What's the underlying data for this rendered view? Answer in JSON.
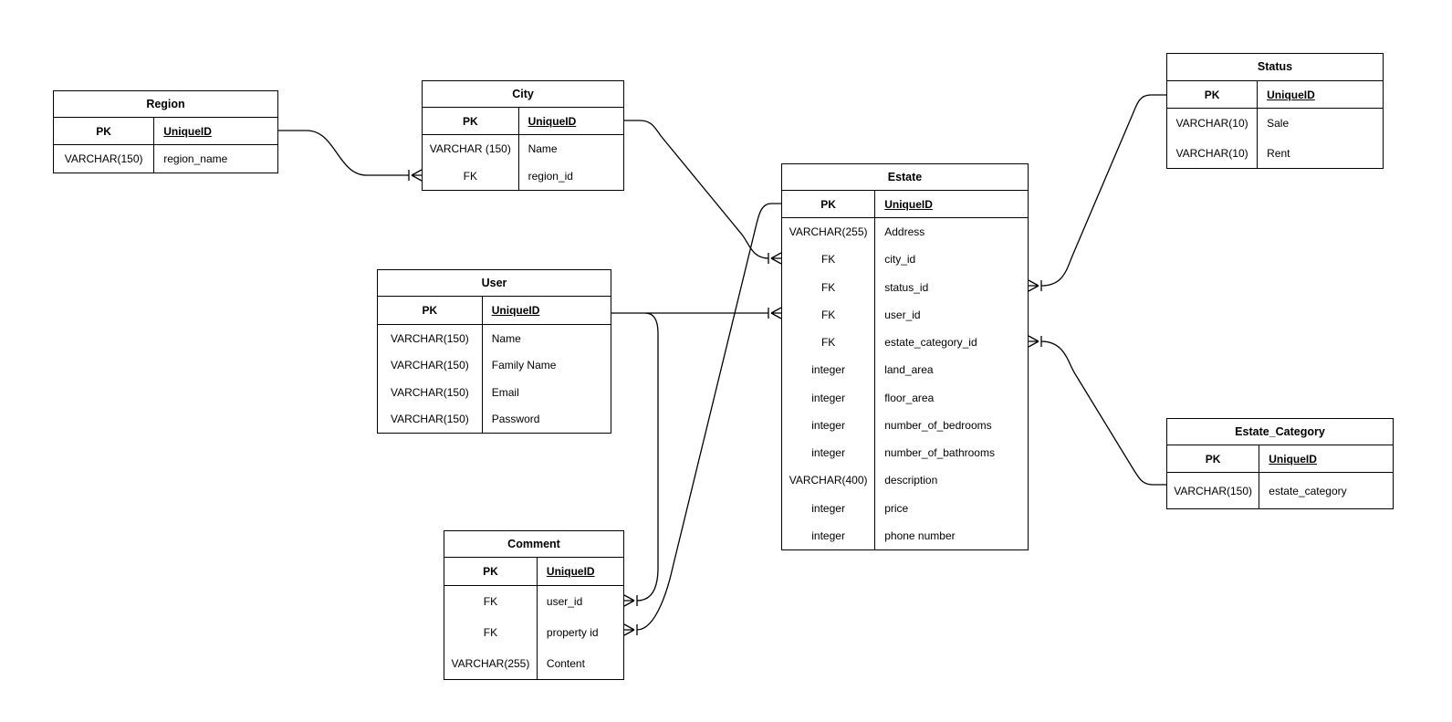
{
  "canvas": {
    "background": "#ffffff",
    "line_color": "#000000",
    "text_color": "#000000"
  },
  "entities": [
    {
      "id": "region",
      "title": "Region",
      "rows": [
        {
          "key": "PK",
          "value": "UniqueID",
          "is_pk": true
        },
        {
          "key": "VARCHAR(150)",
          "value": "region_name"
        }
      ]
    },
    {
      "id": "city",
      "title": "City",
      "rows": [
        {
          "key": "PK",
          "value": "UniqueID",
          "is_pk": true
        },
        {
          "key": "VARCHAR (150)",
          "value": "Name"
        },
        {
          "key": "FK",
          "value": "region_id"
        }
      ]
    },
    {
      "id": "user",
      "title": "User",
      "rows": [
        {
          "key": "PK",
          "value": "UniqueID",
          "is_pk": true
        },
        {
          "key": "VARCHAR(150)",
          "value": "Name"
        },
        {
          "key": "VARCHAR(150)",
          "value": "Family Name"
        },
        {
          "key": "VARCHAR(150)",
          "value": "Email"
        },
        {
          "key": "VARCHAR(150)",
          "value": "Password"
        }
      ]
    },
    {
      "id": "estate",
      "title": "Estate",
      "rows": [
        {
          "key": "PK",
          "value": "UniqueID",
          "is_pk": true
        },
        {
          "key": "VARCHAR(255)",
          "value": "Address"
        },
        {
          "key": "FK",
          "value": "city_id"
        },
        {
          "key": "FK",
          "value": "status_id"
        },
        {
          "key": "FK",
          "value": "user_id"
        },
        {
          "key": "FK",
          "value": "estate_category_id"
        },
        {
          "key": "integer",
          "value": "land_area"
        },
        {
          "key": "integer",
          "value": "floor_area"
        },
        {
          "key": "integer",
          "value": "number_of_bedrooms"
        },
        {
          "key": "integer",
          "value": "number_of_bathrooms"
        },
        {
          "key": "VARCHAR(400)",
          "value": "description"
        },
        {
          "key": "integer",
          "value": "price"
        },
        {
          "key": "integer",
          "value": "phone number"
        }
      ]
    },
    {
      "id": "status",
      "title": "Status",
      "rows": [
        {
          "key": "PK",
          "value": "UniqueID",
          "is_pk": true
        },
        {
          "key": "VARCHAR(10)",
          "value": "Sale"
        },
        {
          "key": "VARCHAR(10)",
          "value": "Rent"
        }
      ]
    },
    {
      "id": "estate_category",
      "title": "Estate_Category",
      "rows": [
        {
          "key": "PK",
          "value": "UniqueID",
          "is_pk": true
        },
        {
          "key": "VARCHAR(150)",
          "value": "estate_category"
        }
      ]
    },
    {
      "id": "comment",
      "title": "Comment",
      "rows": [
        {
          "key": "PK",
          "value": "UniqueID",
          "is_pk": true
        },
        {
          "key": "FK",
          "value": "user_id"
        },
        {
          "key": "FK",
          "value": "property id"
        },
        {
          "key": "VARCHAR(255)",
          "value": "Content"
        }
      ]
    }
  ],
  "relationships": [
    {
      "id": "region-city",
      "source": "Region.UniqueID",
      "target": "City.region_id",
      "source_cardinality": "one",
      "target_cardinality": "one-or-many"
    },
    {
      "id": "city-estate",
      "source": "City.UniqueID",
      "target": "Estate.city_id",
      "source_cardinality": "one",
      "target_cardinality": "one-or-many"
    },
    {
      "id": "user-estate",
      "source": "User.UniqueID",
      "target": "Estate.user_id",
      "source_cardinality": "one",
      "target_cardinality": "one-or-many"
    },
    {
      "id": "user-comment",
      "source": "User.UniqueID",
      "target": "Comment.user_id",
      "source_cardinality": "one",
      "target_cardinality": "one-or-many"
    },
    {
      "id": "estate-comment",
      "source": "Estate.UniqueID",
      "target": "Comment.property id",
      "source_cardinality": "one",
      "target_cardinality": "one-or-many"
    },
    {
      "id": "status-estate",
      "source": "Status.UniqueID",
      "target": "Estate.status_id",
      "source_cardinality": "one",
      "target_cardinality": "one-or-many"
    },
    {
      "id": "estate_category-estate",
      "source": "Estate_Category.UniqueID",
      "target": "Estate.estate_category_id",
      "source_cardinality": "one",
      "target_cardinality": "one-or-many"
    }
  ]
}
